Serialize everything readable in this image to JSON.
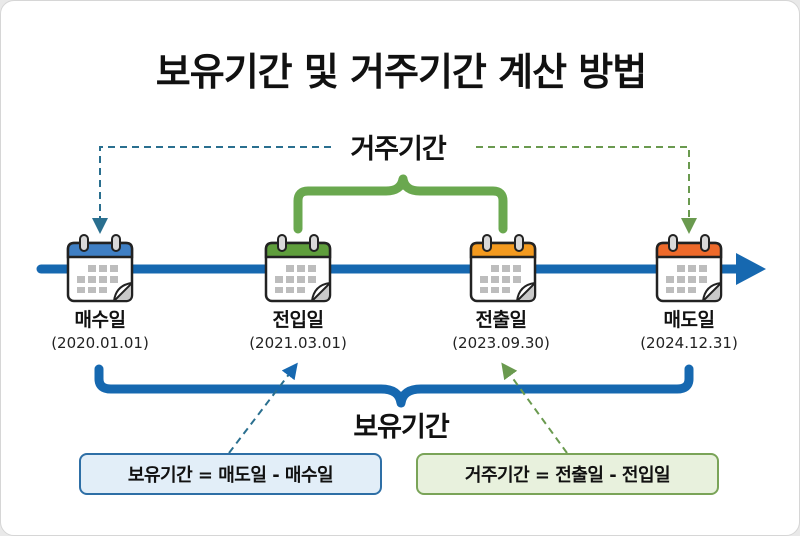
{
  "title": "보유기간 및 거주기간 계산 방법",
  "periods": {
    "residence": "거주기간",
    "holding": "보유기간"
  },
  "events": [
    {
      "name": "매수일",
      "date": "(2020.01.01)",
      "header_color": "#3f7fc4",
      "icon": "calendar-icon"
    },
    {
      "name": "전입일",
      "date": "(2021.03.01)",
      "header_color": "#5f9e3c",
      "icon": "calendar-icon"
    },
    {
      "name": "전출일",
      "date": "(2023.09.30)",
      "header_color": "#f39a1f",
      "icon": "calendar-icon"
    },
    {
      "name": "매도일",
      "date": "(2024.12.31)",
      "header_color": "#ee6a2b",
      "icon": "calendar-icon"
    }
  ],
  "formulas": {
    "holding": "보유기간 = 매도일 - 매수일",
    "residence": "거주기간 = 전출일 - 전입일"
  },
  "colors": {
    "timeline": "#1668b0",
    "residence_bracket": "#6aa84f",
    "holding_bracket": "#1668b0",
    "blue_dash": "#2a6f8f",
    "green_dash": "#6a9a4f"
  }
}
